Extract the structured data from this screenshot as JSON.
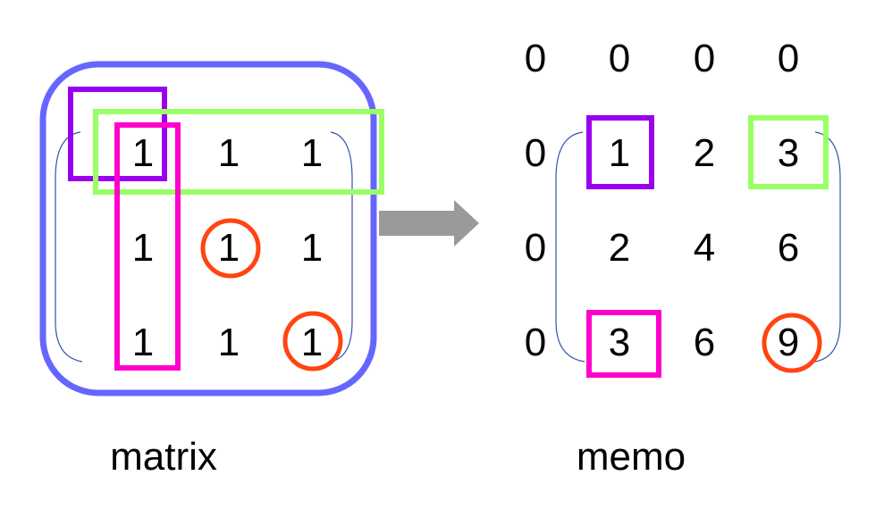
{
  "matrix": {
    "label": "matrix",
    "rows": [
      [
        "1",
        "1",
        "1"
      ],
      [
        "1",
        "1",
        "1"
      ],
      [
        "1",
        "1",
        "1"
      ]
    ]
  },
  "memo": {
    "label": "memo",
    "rows": [
      [
        "0",
        "0",
        "0",
        "0"
      ],
      [
        "0",
        "1",
        "2",
        "3"
      ],
      [
        "0",
        "2",
        "4",
        "6"
      ],
      [
        "0",
        "3",
        "6",
        "9"
      ]
    ]
  },
  "colors": {
    "blue": "#6666ff",
    "purple": "#9900ee",
    "green": "#99ff66",
    "magenta": "#ff00cc",
    "orange": "#ff4411",
    "arrow": "#9a9a9a",
    "bracket": "#3355aa",
    "text": "#000000"
  },
  "highlights": {
    "matrix_region": "blue-rounded-box",
    "top_left_cell": "purple-square",
    "first_row": "green-rectangle",
    "first_column": "magenta-rectangle",
    "diagonal_cells": "orange-circles"
  }
}
